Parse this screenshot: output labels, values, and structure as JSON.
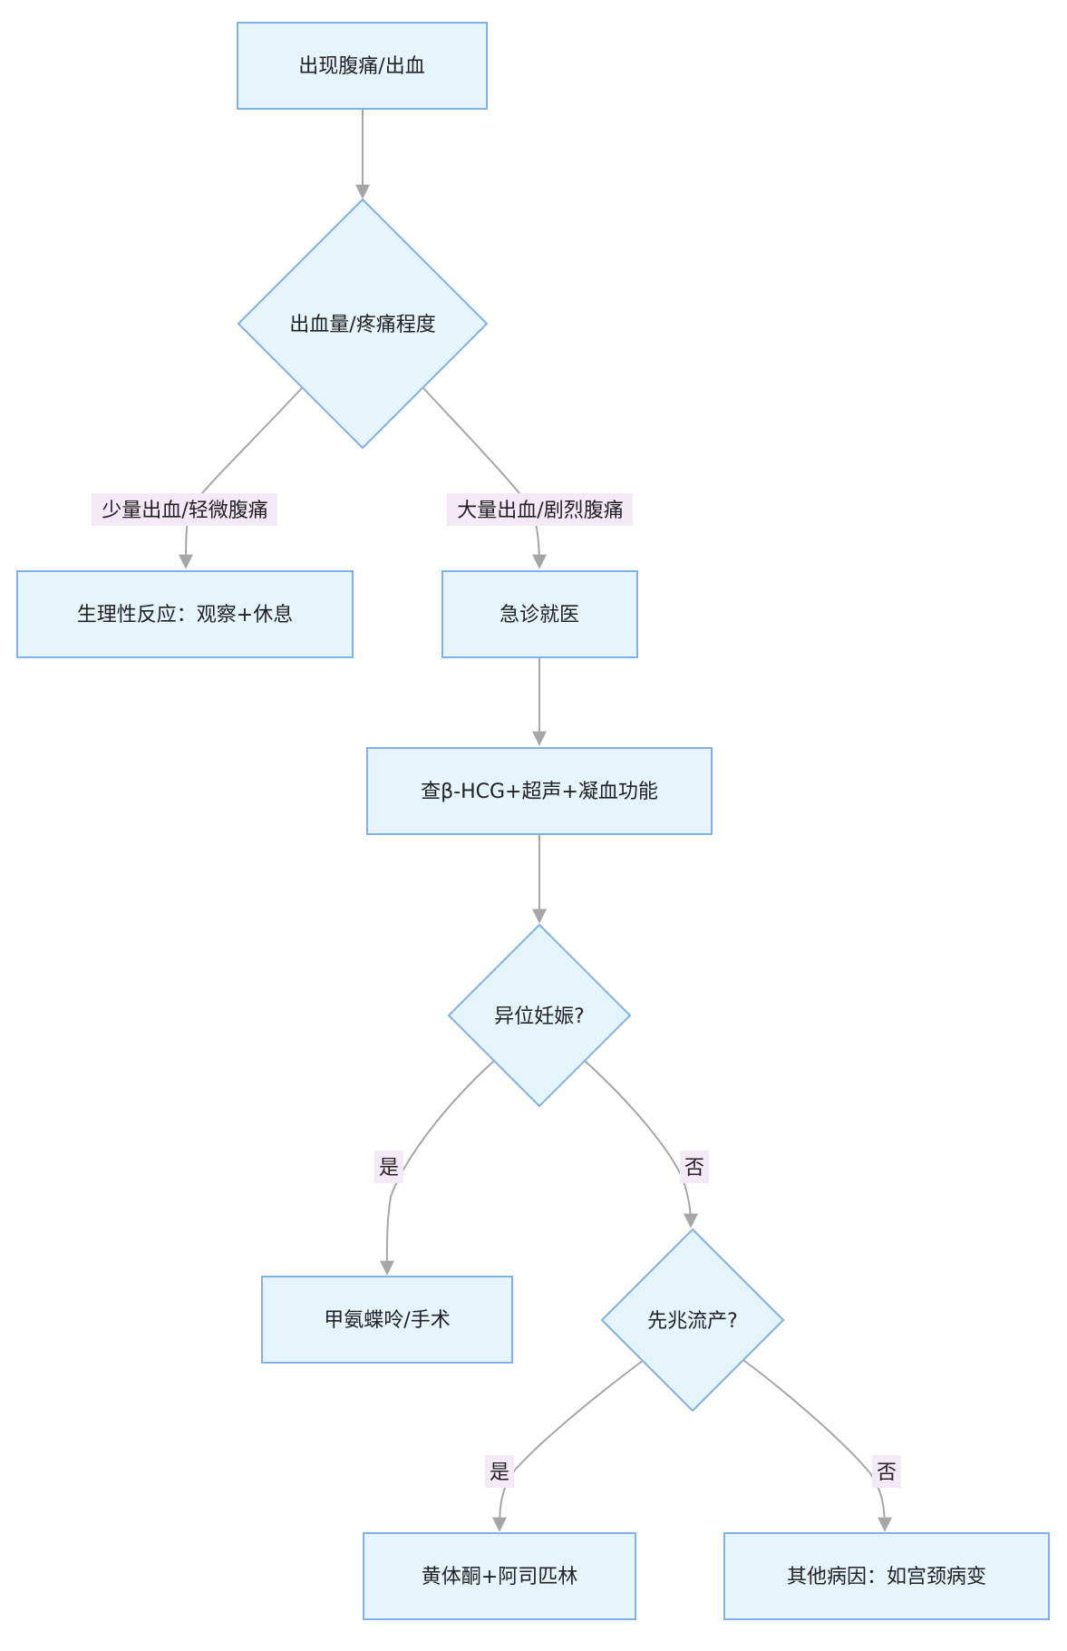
{
  "colors": {
    "node_fill": "#e6f4fc",
    "node_stroke": "#7fb1ea",
    "edge_stroke": "#a6a6a6",
    "label_bg": "#f3e9f7",
    "text": "#222222"
  },
  "nodes": {
    "start": "出现腹痛/出血",
    "severity": "出血量/疼痛程度",
    "physiological": "生理性反应：观察+休息",
    "emergency": "急诊就医",
    "tests": "查β-HCG+超声+凝血功能",
    "ectopic_q": "异位妊娠?",
    "methotrexate": "甲氨蝶呤/手术",
    "miscarriage_q": "先兆流产?",
    "progesterone": "黄体酮+阿司匹林",
    "other": "其他病因：如宫颈病变"
  },
  "edge_labels": {
    "mild": "少量出血/轻微腹痛",
    "heavy": "大量出血/剧烈腹痛",
    "ectopic_yes": "是",
    "ectopic_no": "否",
    "miscarriage_yes": "是",
    "miscarriage_no": "否"
  }
}
